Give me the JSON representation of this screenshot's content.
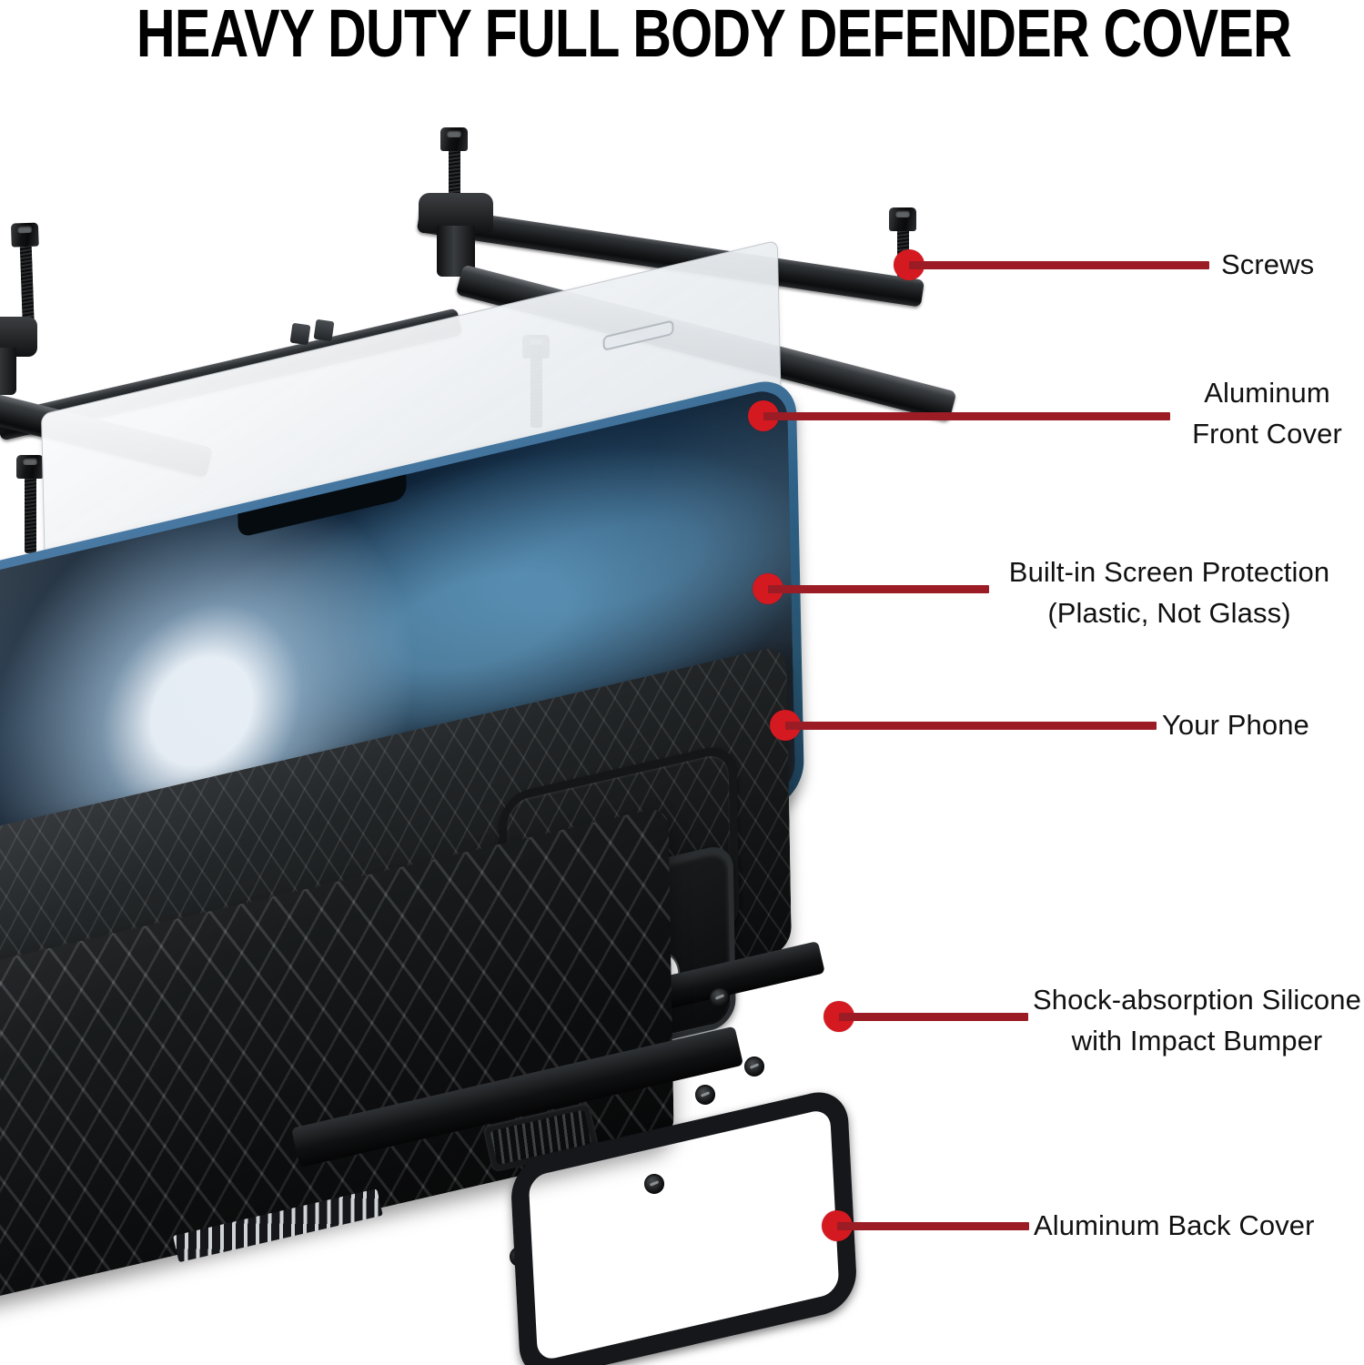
{
  "title": "HEAVY DUTY FULL BODY DEFENDER COVER",
  "colors": {
    "leader_line": "#9b1c24",
    "leader_dot": "#d51920",
    "title_text": "#000000",
    "label_text": "#111111",
    "phone_frame_blue": "#2f6289",
    "background": "#ffffff"
  },
  "callouts": [
    {
      "id": "screws",
      "label": "Screws",
      "label2": ""
    },
    {
      "id": "aluminum-front",
      "label": "Aluminum",
      "label2": "Front Cover"
    },
    {
      "id": "screen-protection",
      "label": "Built-in Screen Protection",
      "label2": "(Plastic, Not Glass)"
    },
    {
      "id": "your-phone",
      "label": "Your Phone",
      "label2": ""
    },
    {
      "id": "silicone",
      "label": "Shock-absorption Silicone",
      "label2": "with Impact Bumper"
    },
    {
      "id": "aluminum-back",
      "label": "Aluminum Back Cover",
      "label2": ""
    }
  ],
  "components": {
    "screws": "screw-icon",
    "aluminum_front_cover": "aluminum-frame-part",
    "screen_protector": "screen-protector-part",
    "phone": "phone-part",
    "silicone_bumper": "silicone-bumper-part",
    "aluminum_back_cover": "aluminum-back-cover-part"
  }
}
